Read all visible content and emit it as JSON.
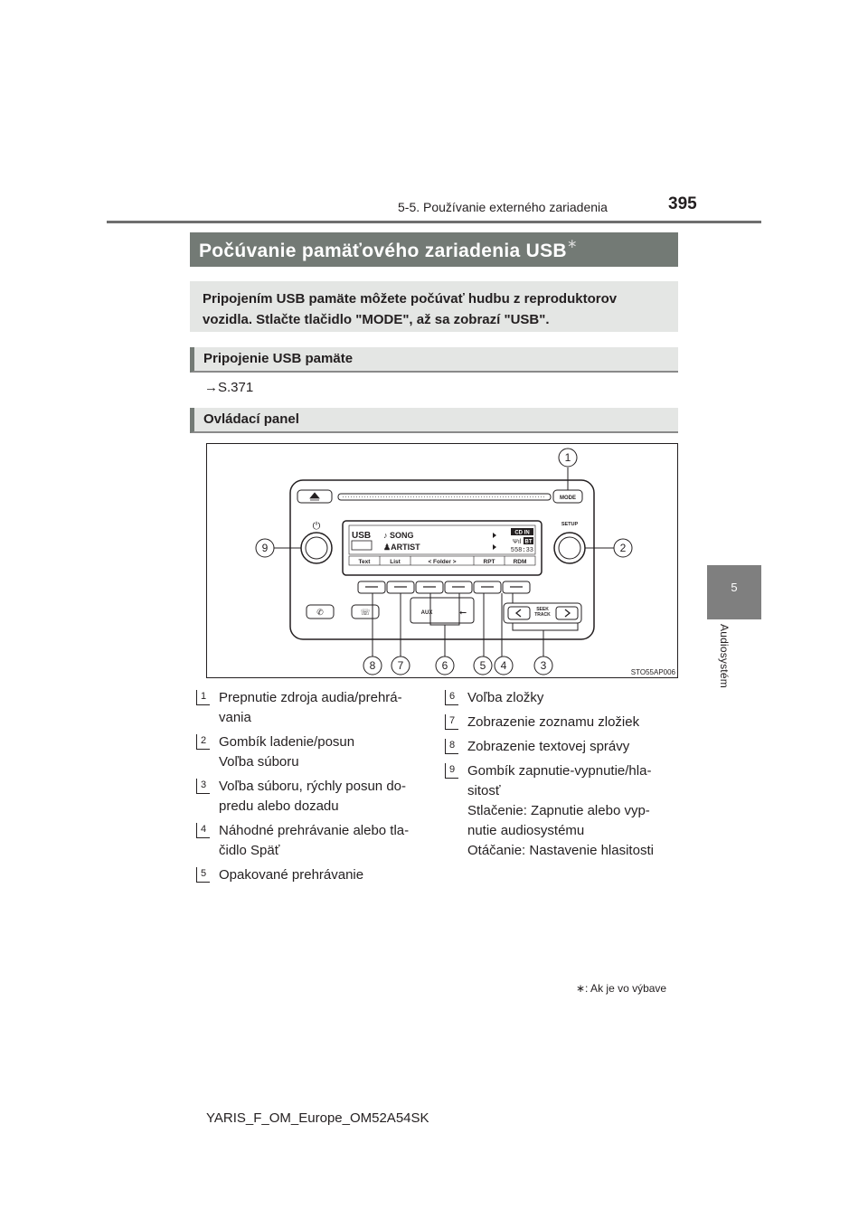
{
  "header": {
    "section": "5-5. Používanie externého zariadenia",
    "page_number": "395"
  },
  "side_tab": {
    "number": "5",
    "label": "Audiosystém"
  },
  "title": {
    "text": "Počúvanie pamäťového zariadenia USB",
    "mark": "∗"
  },
  "intro": "Pripojením USB pamäte môžete počúvať hudbu z reproduktorov vozidla. Stlačte tlačidlo \"MODE\", až sa zobrazí \"USB\".",
  "section1": {
    "heading": "Pripojenie USB pamäte",
    "reference": "→S.371"
  },
  "section2": {
    "heading": "Ovládací panel"
  },
  "figure": {
    "code": "STO55AP006",
    "buttons": {
      "mode": "MODE",
      "setup": "SETUP",
      "aux": "AUX",
      "seek_track": "SEEK\nTRACK",
      "power": "⏻"
    },
    "display": {
      "source": "USB",
      "song": "♪ SONG",
      "artist": "♟ARTIST",
      "cd_in": "CD IN",
      "bt": "BT",
      "track": "558:33",
      "softkeys": [
        "Text",
        "List",
        "<  Folder  >",
        "RPT",
        "RDM"
      ]
    },
    "callouts": [
      "1",
      "2",
      "3",
      "4",
      "5",
      "6",
      "7",
      "8",
      "9"
    ]
  },
  "legend": [
    {
      "num": "1",
      "text": "Prepnutie zdroja audia/prehrá-\nvania"
    },
    {
      "num": "2",
      "text": "Gombík ladenie/posun\nVoľba súboru"
    },
    {
      "num": "3",
      "text": "Voľba súboru, rýchly posun do-\npredu alebo dozadu"
    },
    {
      "num": "4",
      "text": "Náhodné prehrávanie alebo tla-\nčidlo Späť"
    },
    {
      "num": "5",
      "text": "Opakované prehrávanie"
    },
    {
      "num": "6",
      "text": "Voľba zložky"
    },
    {
      "num": "7",
      "text": "Zobrazenie zoznamu zložiek"
    },
    {
      "num": "8",
      "text": "Zobrazenie textovej správy"
    },
    {
      "num": "9",
      "text": "Gombík zapnutie-vypnutie/hla-\nsitosť\nStlačenie: Zapnutie alebo vyp-\nnutie audiosystému\nOtáčanie: Nastavenie hlasitosti"
    }
  ],
  "footnote": "∗: Ak je vo výbave",
  "footer": "YARIS_F_OM_Europe_OM52A54SK"
}
